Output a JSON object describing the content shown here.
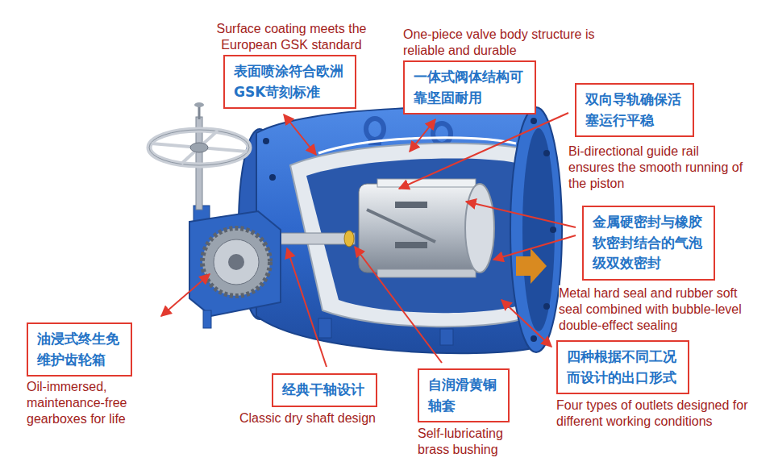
{
  "diagram": {
    "nodes": [
      {
        "text": [
          "表面喷涂符合欧洲GSK苛刻标准",
          "Surface coating meets the European GSK standard"
        ]
      },
      {
        "text": [
          "一体式阀体结构可靠坚固耐用",
          "One-piece valve body structure is reliable and durable"
        ]
      },
      {
        "text": [
          "双向导轨确保活塞运行平稳",
          "Bi-directional guide rail ensures the smooth running of the piston"
        ]
      },
      {
        "text": [
          "金属硬密封与橡胶软密封结合的气泡级双效密封",
          "Metal hard seal and rubber soft seal combined with bubble-level double-effect sealing"
        ]
      },
      {
        "text": [
          "油浸式终生免维护齿轮箱",
          "Oil-immersed, maintenance-free gearboxes for life"
        ]
      },
      {
        "text": [
          "经典干轴设计",
          "Classic dry shaft design"
        ]
      },
      {
        "text": [
          "自润滑黄铜轴套",
          "Self-lubricating brass bushing"
        ]
      },
      {
        "text": [
          "四种根据不同工况而设计的出口形式",
          "Four types of outlets designed for different working conditions"
        ]
      }
    ]
  }
}
